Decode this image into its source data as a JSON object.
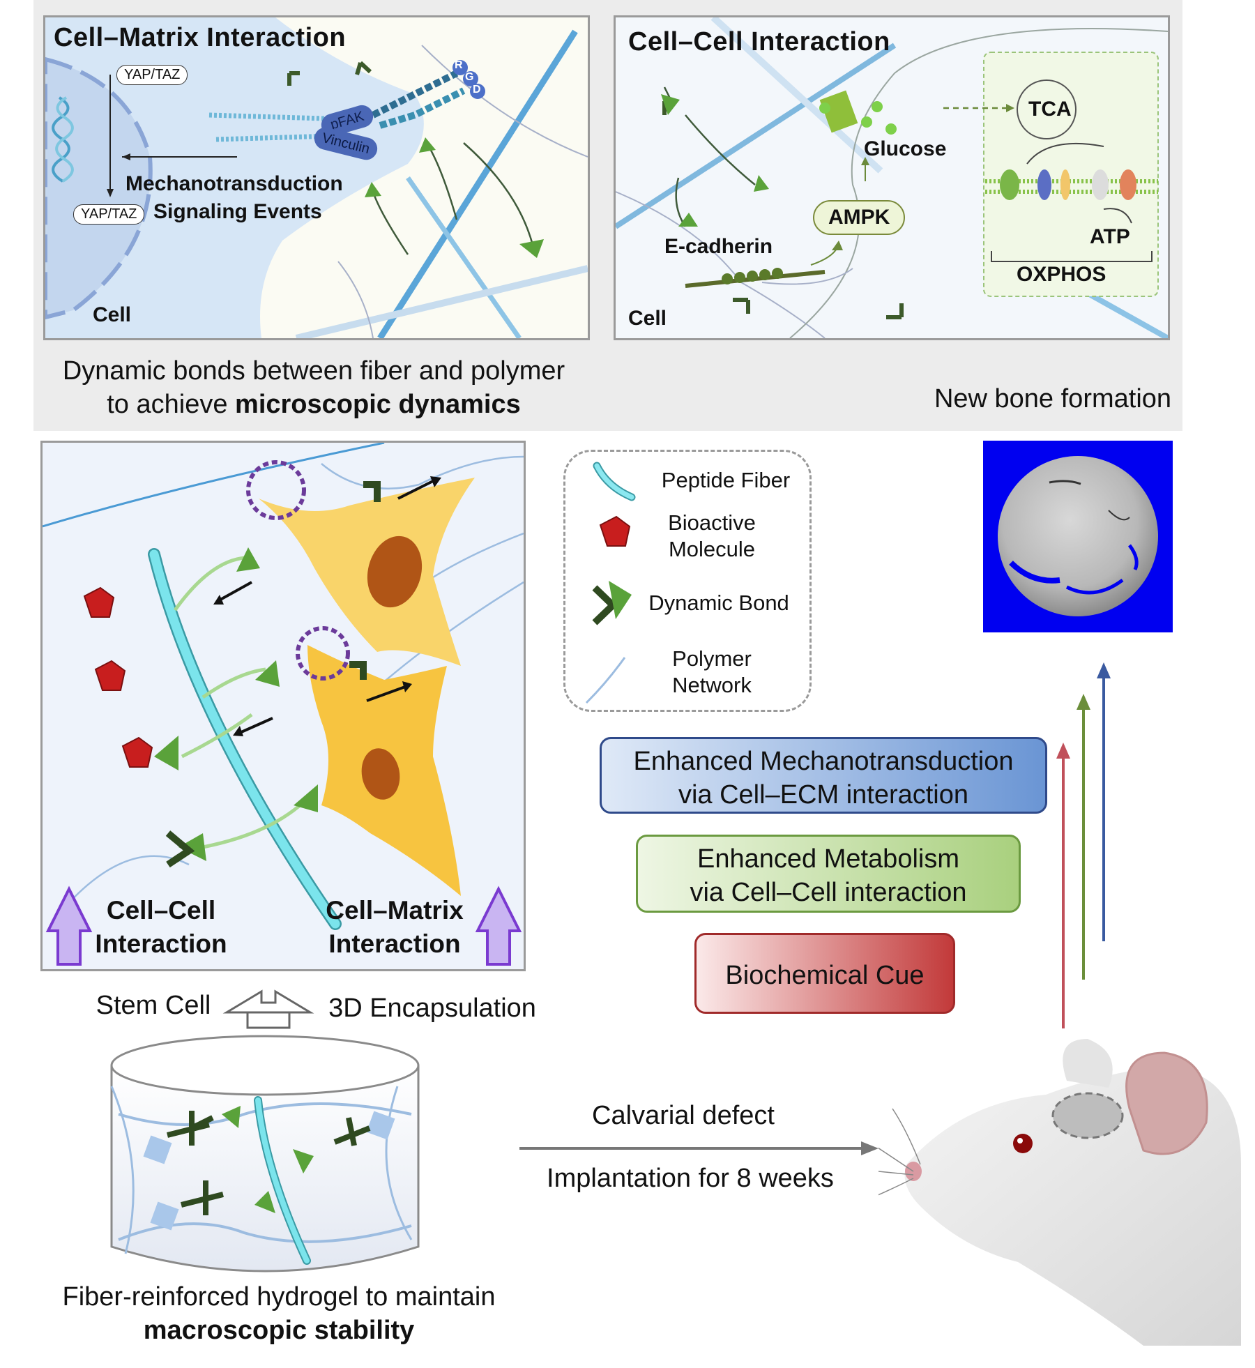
{
  "top_left_panel": {
    "title": "Cell–Matrix  Interaction",
    "yaptaz_top": "YAP/TAZ",
    "yaptaz_bottom": "YAP/TAZ",
    "pfak": "pFAK",
    "vinculin": "Vinculin",
    "rgd": [
      "R",
      "G",
      "D"
    ],
    "mechano_line1": "Mechanotransduction",
    "mechano_line2": "Signaling Events",
    "cell": "Cell"
  },
  "top_right_panel": {
    "title": "Cell–Cell  Interaction",
    "tca": "TCA",
    "glucose": "Glucose",
    "ampk": "AMPK",
    "ecadherin": "E-cadherin",
    "atp": "ATP",
    "oxphos": "OXPHOS",
    "cell": "Cell"
  },
  "grey_caption": {
    "line1": "Dynamic bonds between fiber and polymer",
    "line2_prefix": "to achieve ",
    "line2_bold": "microscopic dynamics"
  },
  "middle_panel": {
    "cell_cell_line1": "Cell–Cell",
    "cell_cell_line2": "Interaction",
    "cell_matrix_line1": "Cell–Matrix",
    "cell_matrix_line2": "Interaction"
  },
  "legend": {
    "items": [
      {
        "icon": "peptide-fiber-icon",
        "label": "Peptide Fiber"
      },
      {
        "icon": "bioactive-molecule-icon",
        "label": "Bioactive Molecule"
      },
      {
        "icon": "dynamic-bond-icon",
        "label": "Dynamic Bond"
      },
      {
        "icon": "polymer-network-icon",
        "label": "Polymer Network"
      }
    ],
    "bioactive_line1": "Bioactive",
    "bioactive_line2": "Molecule",
    "polymer_line1": "Polymer",
    "polymer_line2": "Network"
  },
  "new_bone_formation": "New bone formation",
  "boxes": {
    "mechano_line1": "Enhanced Mechanotransduction",
    "mechano_line2": "via Cell–ECM  interaction",
    "metab_line1": "Enhanced Metabolism",
    "metab_line2": "via Cell–Cell  interaction",
    "biochem": "Biochemical Cue"
  },
  "encapsulation": {
    "stem_cell": "Stem Cell",
    "encapsulation": "3D Encapsulation"
  },
  "implant": {
    "line1": "Calvarial defect",
    "line2": "Implantation for 8 weeks"
  },
  "bottom_caption": {
    "line1": "Fiber-reinforced hydrogel to maintain",
    "line2": "macroscopic stability"
  },
  "colors": {
    "dynamic_bond_green": "#4e9a2b",
    "dark_bond_green": "#3c5a2a",
    "bioactive_red": "#c81e1e",
    "fiber_cyan": "#6fdde6",
    "cell_yellow": "#f7c94a",
    "nucleus_brown": "#b05516",
    "arrow_red": "#c0505a",
    "arrow_green": "#6b8e3a",
    "arrow_blue": "#3a5aa0"
  }
}
